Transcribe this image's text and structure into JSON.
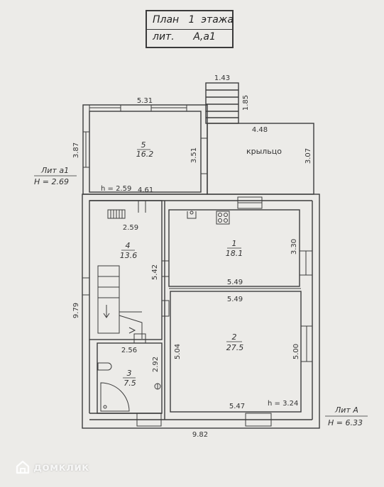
{
  "title": {
    "line1": "План   1  этажа",
    "line2": "лит.      А,а1"
  },
  "dimensions": {
    "porch_stair_width": "1.43",
    "porch_stair_len": "1.85",
    "room5_top": "5.31",
    "room5_left": "3.87",
    "room5_right": "3.51",
    "porch_top": "4.48",
    "porch_right": "3.07",
    "height_a1_inner": "h = 2.59",
    "width_461": "4.61",
    "room4_top": "2.59",
    "room4_right": "5.42",
    "left_total": "9.79",
    "room3_top": "2.56",
    "room3_right": "2.92",
    "room1_right": "3.30",
    "room1_bottom": "5.49",
    "room2_top": "5.49",
    "room2_left": "5.04",
    "room2_right": "5.00",
    "room2_bottom": "5.47",
    "height_A_inner": "h = 3.24",
    "total_bottom": "9.82"
  },
  "rooms": {
    "r5": {
      "num": "5",
      "area": "16.2"
    },
    "porch": {
      "label": "крыльцо"
    },
    "r4": {
      "num": "4",
      "area": "13.6"
    },
    "r1": {
      "num": "1",
      "area": "18.1"
    },
    "r2": {
      "num": "2",
      "area": "27.5"
    },
    "r3": {
      "num": "3",
      "area": "7.5"
    }
  },
  "lit_a1": {
    "label": "Лит а1",
    "height": "H = 2.69"
  },
  "lit_A": {
    "label": "Лит А",
    "height": "H = 6.33"
  },
  "watermark": {
    "text": "домклик"
  },
  "colors": {
    "line": "#3c3c3c",
    "paper": "#ecebe8"
  }
}
